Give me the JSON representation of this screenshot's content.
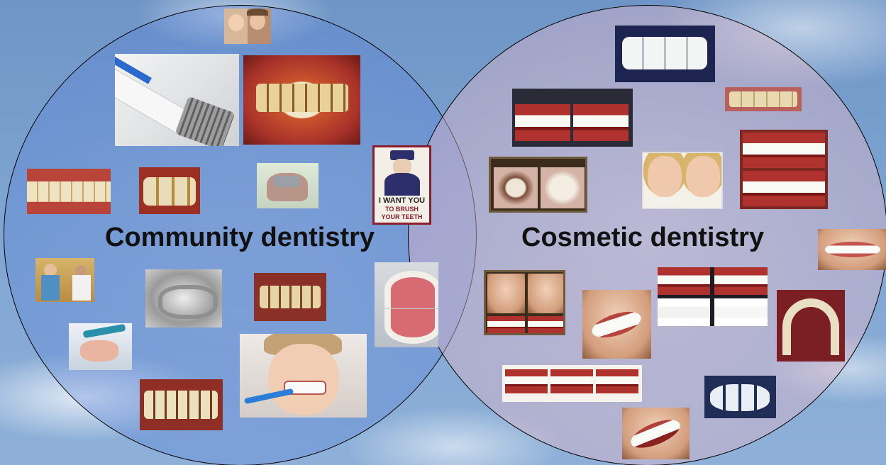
{
  "labels": {
    "left": "Community dentistry",
    "right": "Cosmetic dentistry"
  },
  "poster": {
    "line1": "I WANT YOU",
    "line2": "TO BRUSH",
    "line3": "YOUR TEETH"
  },
  "colors": {
    "left_circle": "#7a9be0",
    "right_circle": "#e3c4d6",
    "outline": "#000000",
    "poster_red": "#8a1e2a"
  }
}
